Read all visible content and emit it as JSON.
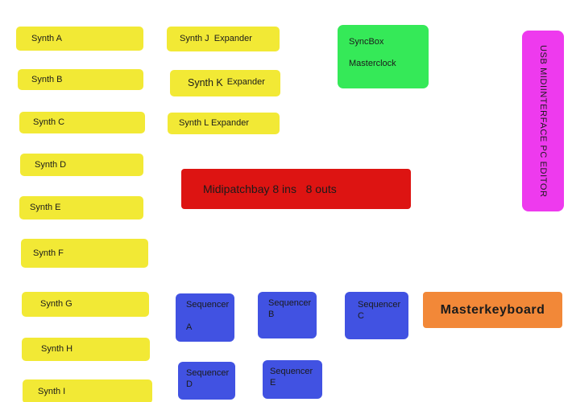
{
  "colors": {
    "background": "#ffffff",
    "yellow": "#f2e935",
    "green": "#35e958",
    "magenta": "#ee3aee",
    "red": "#dd1412",
    "blue": "#4152e2",
    "orange": "#f28838"
  },
  "synths": [
    {
      "label": "Synth A"
    },
    {
      "label": "Synth B"
    },
    {
      "label": "Synth C"
    },
    {
      "label": "Synth D"
    },
    {
      "label": "Synth E"
    },
    {
      "label": "Synth F"
    },
    {
      "label": "Synth G"
    },
    {
      "label": "Synth H"
    },
    {
      "label": "Synth I"
    }
  ],
  "expanders": [
    {
      "label": "Synth J  Expander"
    },
    {
      "name": "Synth K",
      "suffix": "Expander"
    },
    {
      "label": "Synth L Expander"
    }
  ],
  "syncbox": {
    "line1": "SyncBox",
    "line2": "Masterclock"
  },
  "usb_interface": {
    "label": "USB MIDIINTERFACE PC EDITOR"
  },
  "patchbay": {
    "label": "Midipatchbay 8 ins   8 outs"
  },
  "sequencers": [
    {
      "name": "Sequencer",
      "letter": "A"
    },
    {
      "name": "Sequencer",
      "letter": "B"
    },
    {
      "name": "Sequencer",
      "letter": "C"
    },
    {
      "name": "Sequencer",
      "letter": "D"
    },
    {
      "name": "Sequencer",
      "letter": "E"
    }
  ],
  "masterkeyboard": {
    "label": "Masterkeyboard"
  }
}
